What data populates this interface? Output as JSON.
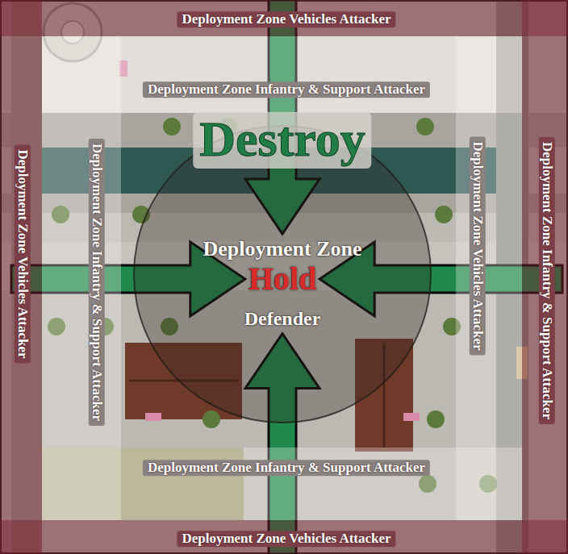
{
  "diagram": {
    "nodes": [
      {
        "text": [
          "Deployment Zone Vehicles Attacker"
        ]
      },
      {
        "text": [
          "Deployment Zone Infantry & Support Attacker"
        ]
      },
      {
        "text": [
          "Deployment Zone Vehicles Attacker"
        ]
      },
      {
        "text": [
          "Deployment Zone Infantry & Support Attacker"
        ]
      },
      {
        "text": [
          "Deployment Zone",
          "Hold",
          "Defender"
        ]
      },
      {
        "text": [
          "Deployment Zone Vehicles Attacker"
        ]
      },
      {
        "text": [
          "Deployment Zone Infantry & Support Attacker"
        ]
      },
      {
        "text": [
          "Deployment Zone Infantry & Support Attacker"
        ]
      },
      {
        "text": [
          "Deployment Zone Vehicles Attacker"
        ]
      }
    ],
    "edges": [
      {
        "from": 0,
        "to": 4,
        "arrow": "to",
        "label": "Destroy"
      },
      {
        "from": 2,
        "to": 4,
        "arrow": "to"
      },
      {
        "from": 6,
        "to": 4,
        "arrow": "to"
      },
      {
        "from": 8,
        "to": 4,
        "arrow": "to"
      }
    ]
  }
}
